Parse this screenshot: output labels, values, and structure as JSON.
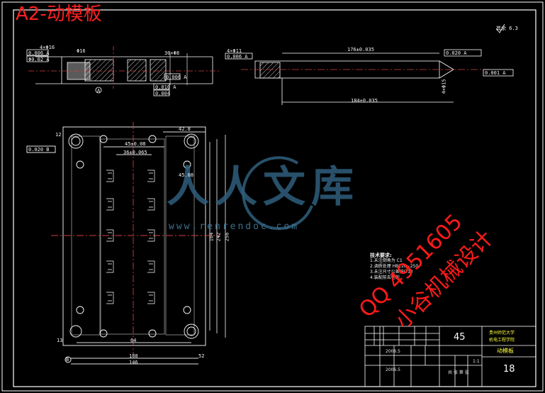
{
  "sheet_title": "A2-动模板",
  "watermark": {
    "qq": "QQ 4951605",
    "name": "小谷机械设计",
    "brand": "人人文库",
    "url": "www.renrendoc.com"
  },
  "title_block": {
    "material": "45",
    "school_line1": "贵州师范大学",
    "school_line2": "机电工程学院",
    "part_name": "动模板",
    "drawing_no": "18",
    "scale": "1:1",
    "date1": "2006.5",
    "date2": "2006.5",
    "sheet_info": "共 张 第 张"
  },
  "tech_notes": {
    "heading": "技术要求:",
    "lines": [
      "1.未注倒角为 C1",
      "2.调质处理 HB220~250",
      "3.未注尺寸公差按IT12",
      "4.装配前去毛刺"
    ]
  },
  "dimensions": {
    "top_view_left": [
      "4×Φ16",
      "Φ16",
      "0.006 A",
      "Φ0.02 A",
      "30×Φ8",
      "0.006 A",
      "0.010 A",
      "0.004"
    ],
    "top_view_right": [
      "4×Φ11",
      "0.006 A",
      "176±0.035",
      "0.020 A",
      "0.001 A",
      "184±0.035",
      "4×Φ15"
    ],
    "plan": [
      "42.8",
      "45±0.08",
      "36±0.065",
      "45.08",
      "12",
      "164",
      "242",
      "256",
      "64",
      "188",
      "146",
      "52",
      "13"
    ],
    "datum": [
      "0.020 B",
      "A",
      "B"
    ],
    "roughness": "其余 6.3"
  }
}
